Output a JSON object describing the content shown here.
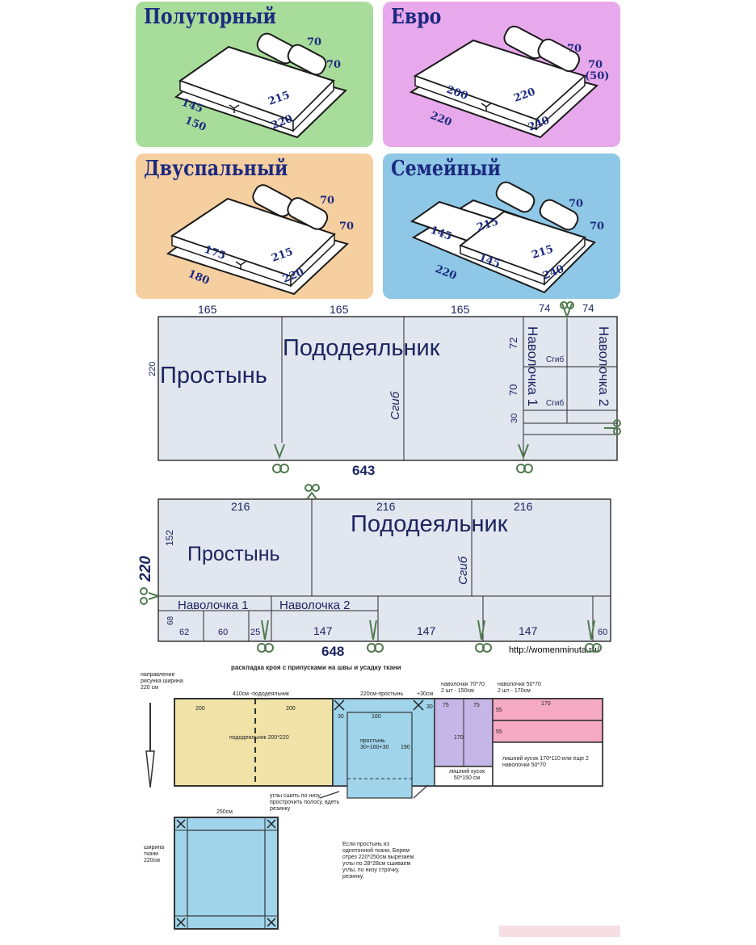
{
  "beds": {
    "polutorny": {
      "title": "Полуторный",
      "pillow_w": "70",
      "pillow_h": "70",
      "duvet_w": "145",
      "duvet_l": "215",
      "sheet_w": "150",
      "sheet_l": "220",
      "color": "#a8dc9a"
    },
    "evro": {
      "title": "Евро",
      "pillow_w": "70",
      "pillow_h": "70",
      "pillow_alt": "(50)",
      "duvet_w": "200",
      "duvet_l": "220",
      "sheet_w": "220",
      "sheet_l": "240",
      "color": "#e8a8ec"
    },
    "dvuspalny": {
      "title": "Двуспальный",
      "pillow_w": "70",
      "pillow_h": "70",
      "duvet_w": "175",
      "duvet_l": "215",
      "sheet_w": "180",
      "sheet_l": "220",
      "color": "#f6cfa0"
    },
    "semeyny": {
      "title": "Семейный",
      "pillow_w": "70",
      "pillow_h": "70",
      "duvet_w": "145",
      "duvet_l": "215",
      "duvet2_w": "145",
      "duvet2_l": "215",
      "sheet_w": "220",
      "sheet_l": "240",
      "color": "#8ec8e6"
    }
  },
  "layout1": {
    "top_dims": [
      "165",
      "165",
      "165",
      "74",
      "74"
    ],
    "height": "220",
    "sheet": "Простынь",
    "duvet": "Пододеяльник",
    "fold": "Сгиб",
    "pillow1": "Наволочка 1",
    "pillow2": "Наволочка 2",
    "fold_small": "Сгиб",
    "h72": "72",
    "h70": "70",
    "h30": "30",
    "total": "643"
  },
  "layout2": {
    "top_dims": [
      "216",
      "216",
      "216"
    ],
    "height": "220",
    "h152": "152",
    "h68": "68",
    "sheet": "Простынь",
    "duvet": "Пододеяльник",
    "fold": "Сгиб",
    "pillow1": "Наволочка 1",
    "pillow2": "Наволочка 2",
    "bottom_dims": [
      "62",
      "60",
      "25",
      "147",
      "147",
      "147",
      "60"
    ],
    "total": "648",
    "url": "http://womenminuta.ru/"
  },
  "layout3": {
    "title": "раскладка кроя с припусками на швы и усадку ткани",
    "direction": "направление рисунка ширина 220 см",
    "duvet_label": "410см -пододеяльник",
    "duvet_left": "200",
    "duvet_right": "200",
    "duvet_size": "пододеяльник 200*220",
    "sheet_label": "220см-простынь",
    "plus30": "+30см",
    "sheet_30a": "30",
    "sheet_30b": "30",
    "sheet_160": "160",
    "sheet_size": "простынь 30+160+30",
    "sheet_190": "190",
    "p70_title": "наволочки 70*70",
    "p70_sub": "2 шт - 150см",
    "p70_75a": "75",
    "p70_75b": "75",
    "p70_170": "170",
    "p70_extra": "лишний кусок 50*150 см",
    "p50_title": "наволочки 50*70",
    "p50_sub": "2 шт - 170см",
    "p50_170": "170",
    "p50_55a": "55",
    "p50_55b": "55",
    "p50_extra": "лишний кусок 170*110 или еще 2 наволочки 50*70",
    "corner_note": "углы сшить по низу прострочить полосу, вдеть резинку",
    "width250": "250см",
    "fabric_width": "ширина ткани 220см",
    "bottom_note": "Если простынь из однотонной ткани, Берем отрез 220*250см вырезаем углы по 28*28см сшиваем углы, по низу строчку, резинку."
  }
}
